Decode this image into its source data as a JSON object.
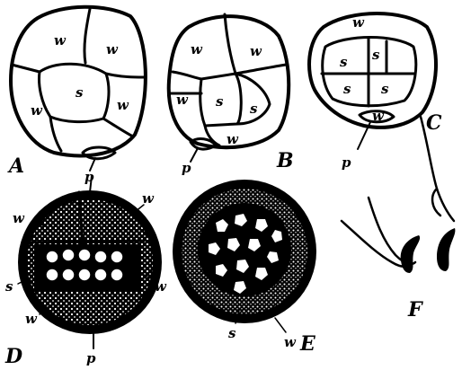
{
  "figure": {
    "panels": {
      "A": {
        "label": "A",
        "wall_labels": [
          "w",
          "w",
          "w",
          "w"
        ],
        "cell_label": "s",
        "stalk_label": "p"
      },
      "B": {
        "label": "B",
        "wall_labels": [
          "w",
          "w",
          "w",
          "w"
        ],
        "cell_labels": [
          "s",
          "s"
        ],
        "stalk_label": "p"
      },
      "C": {
        "label": "C",
        "wall_labels": [
          "w",
          "w"
        ],
        "cell_labels": [
          "s",
          "s",
          "s",
          "s"
        ],
        "stalk_label": "p"
      },
      "D": {
        "label": "D",
        "side_labels": [
          "w",
          "w",
          "s",
          "w",
          "w"
        ],
        "stalk_label": "p"
      },
      "E": {
        "label": "E",
        "side_labels": [
          "s",
          "w"
        ]
      },
      "F": {
        "label": "F"
      }
    }
  }
}
